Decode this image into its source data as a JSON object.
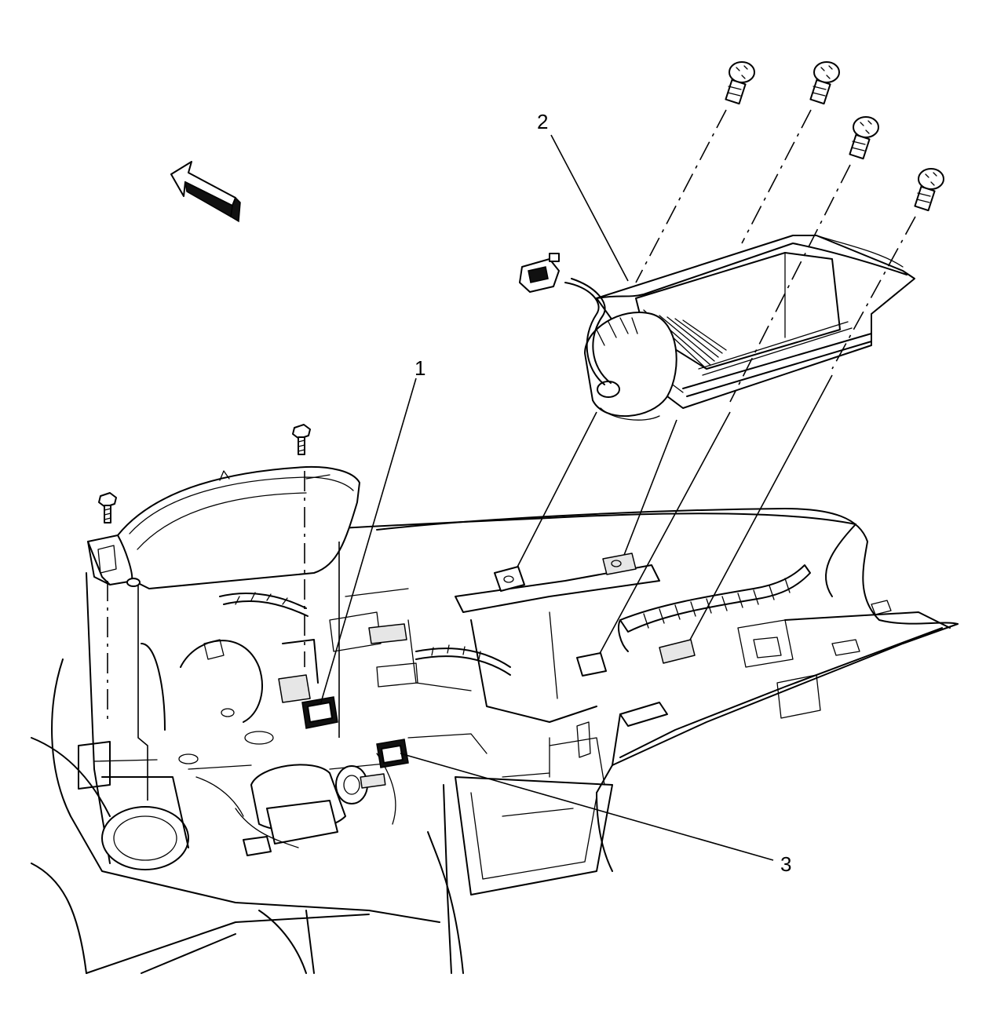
{
  "callouts": [
    {
      "id": "1",
      "label": "1"
    },
    {
      "id": "2",
      "label": "2"
    },
    {
      "id": "3",
      "label": "3"
    }
  ],
  "icons": {
    "direction_arrow": "front-direction-arrow-icon"
  }
}
